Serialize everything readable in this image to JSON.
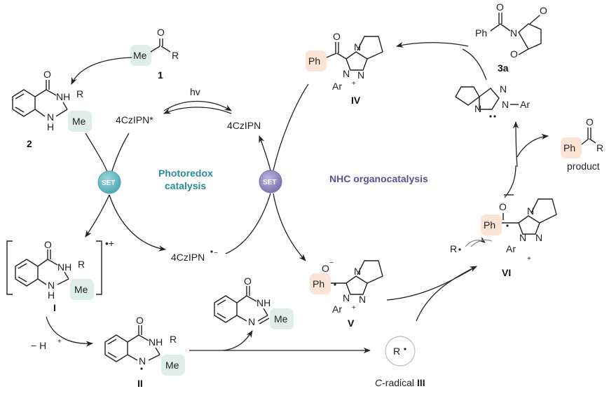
{
  "compounds": {
    "c1_label": "1",
    "c1_me": "Me",
    "c1_r": "R",
    "c1_o": "O",
    "c2_label": "2",
    "cI_label": "I",
    "cII_label": "II",
    "cIII_label_italic": "C",
    "cIII_label_rest": "-radical",
    "cIII_label_num": "III",
    "cIV_label": "IV",
    "cV_label": "V",
    "cVI_label": "VI",
    "c3a_label": "3a",
    "product_label": "product",
    "quin_o": "O",
    "quin_nh": "NH",
    "quin_n": "N",
    "quin_h": "H",
    "quin_r": "R",
    "quin_me": "Me",
    "ph": "Ph",
    "ar": "Ar",
    "r_dot": "R",
    "o_minus": "O",
    "n": "N"
  },
  "catalyst": {
    "excited": "4CzIPN*",
    "ground": "4CzIPN",
    "reduced": "4CzIPN",
    "hv": "hv"
  },
  "annotations": {
    "minus_h": "− H",
    "radical_cation": "•+",
    "set_left": "SET",
    "set_right": "SET"
  },
  "cycles": {
    "photoredox_line1": "Photoredox",
    "photoredox_line2": "catalysis",
    "nhc": "NHC organocatalysis"
  },
  "colors": {
    "photoredox_title": "#2a8c95",
    "nhc_title": "#5c4f96",
    "set_left": "#5fb5bf",
    "set_right": "#8c82bc",
    "highlight_green": "#dfeeeb",
    "highlight_orange": "#fbe3d6"
  }
}
